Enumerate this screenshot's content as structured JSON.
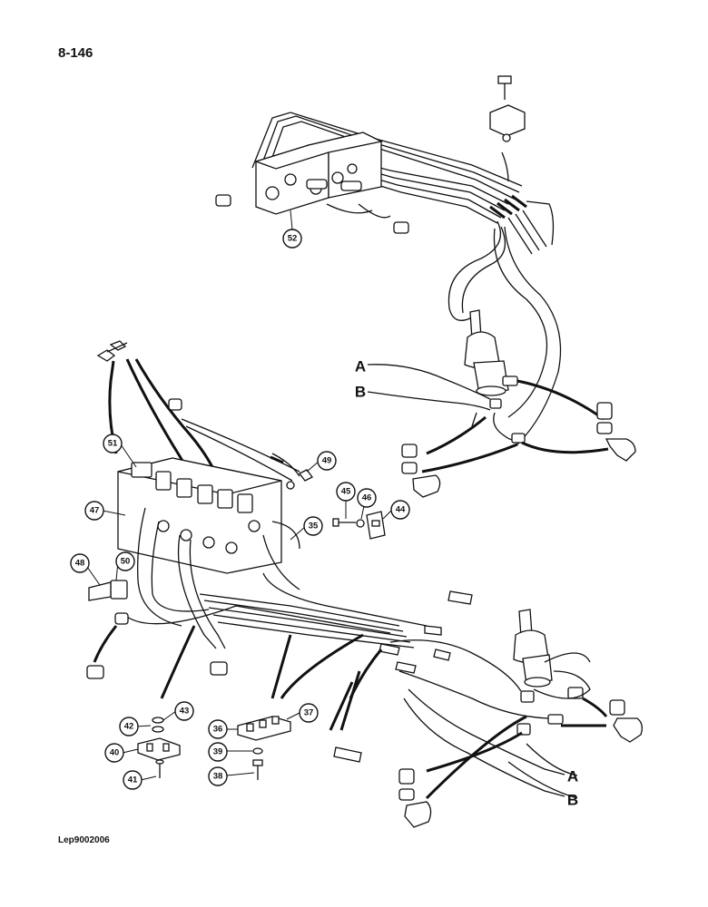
{
  "page_number": "8-146",
  "drawing_ref": "Lep9002006",
  "hose_end_labels": [
    "A",
    "B",
    "A",
    "B"
  ],
  "callouts": [
    "52",
    "51",
    "49",
    "47",
    "45",
    "46",
    "44",
    "35",
    "48",
    "50",
    "43",
    "42",
    "40",
    "41",
    "37",
    "36",
    "39",
    "38"
  ]
}
